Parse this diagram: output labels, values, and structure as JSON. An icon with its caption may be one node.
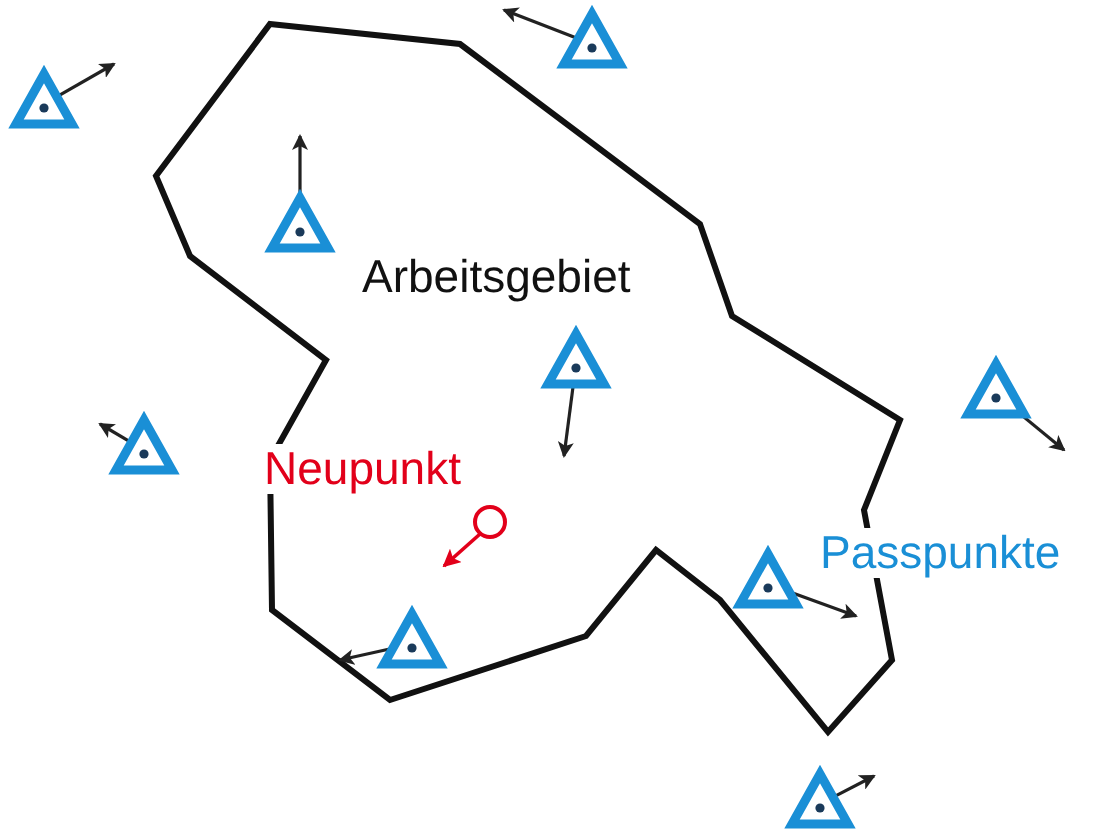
{
  "diagram": {
    "labels": [
      "Arbeitsgebiet",
      "Neupunkt",
      "Passpunkte"
    ]
  }
}
